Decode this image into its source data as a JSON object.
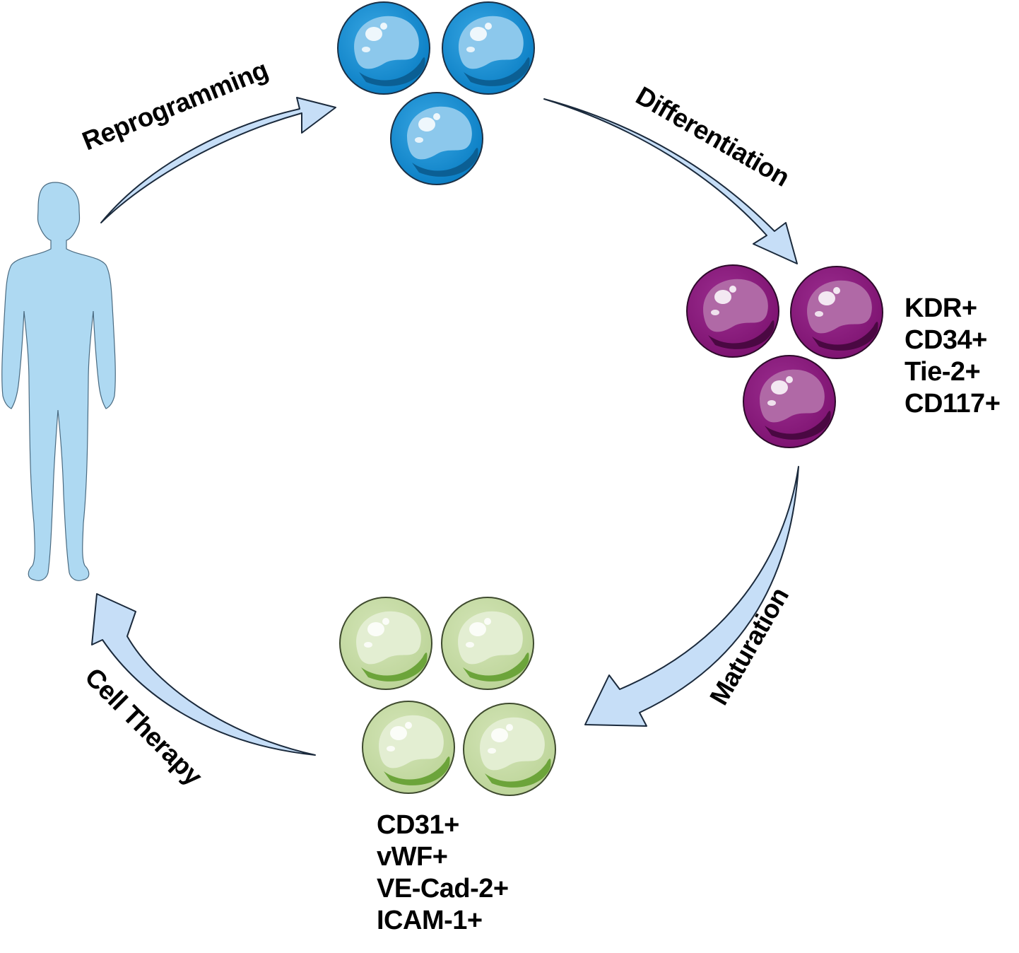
{
  "steps": {
    "reprogramming": "Reprogramming",
    "differentiation": "Differentiation",
    "maturation": "Maturation",
    "cell_therapy": "Cell Therapy"
  },
  "progenitor_markers": [
    "KDR+",
    "CD34+",
    "Tie-2+",
    "CD117+"
  ],
  "endothelial_markers": [
    "CD31+",
    "vWF+",
    "VE-Cad-2+",
    "ICAM-1+"
  ],
  "colors": {
    "arrow_fill": "#c6def7",
    "human_fill": "#aed9f2",
    "ipsc_cell": "#1a8fd0",
    "progenitor_cell": "#8a1a7e",
    "endothelial_cell": "#c7dca6"
  },
  "icons": {
    "human": "human-silhouette-icon",
    "ipsc": "blue-stem-cell-icon",
    "progenitor": "purple-progenitor-cell-icon",
    "endothelial": "green-endothelial-cell-icon"
  }
}
